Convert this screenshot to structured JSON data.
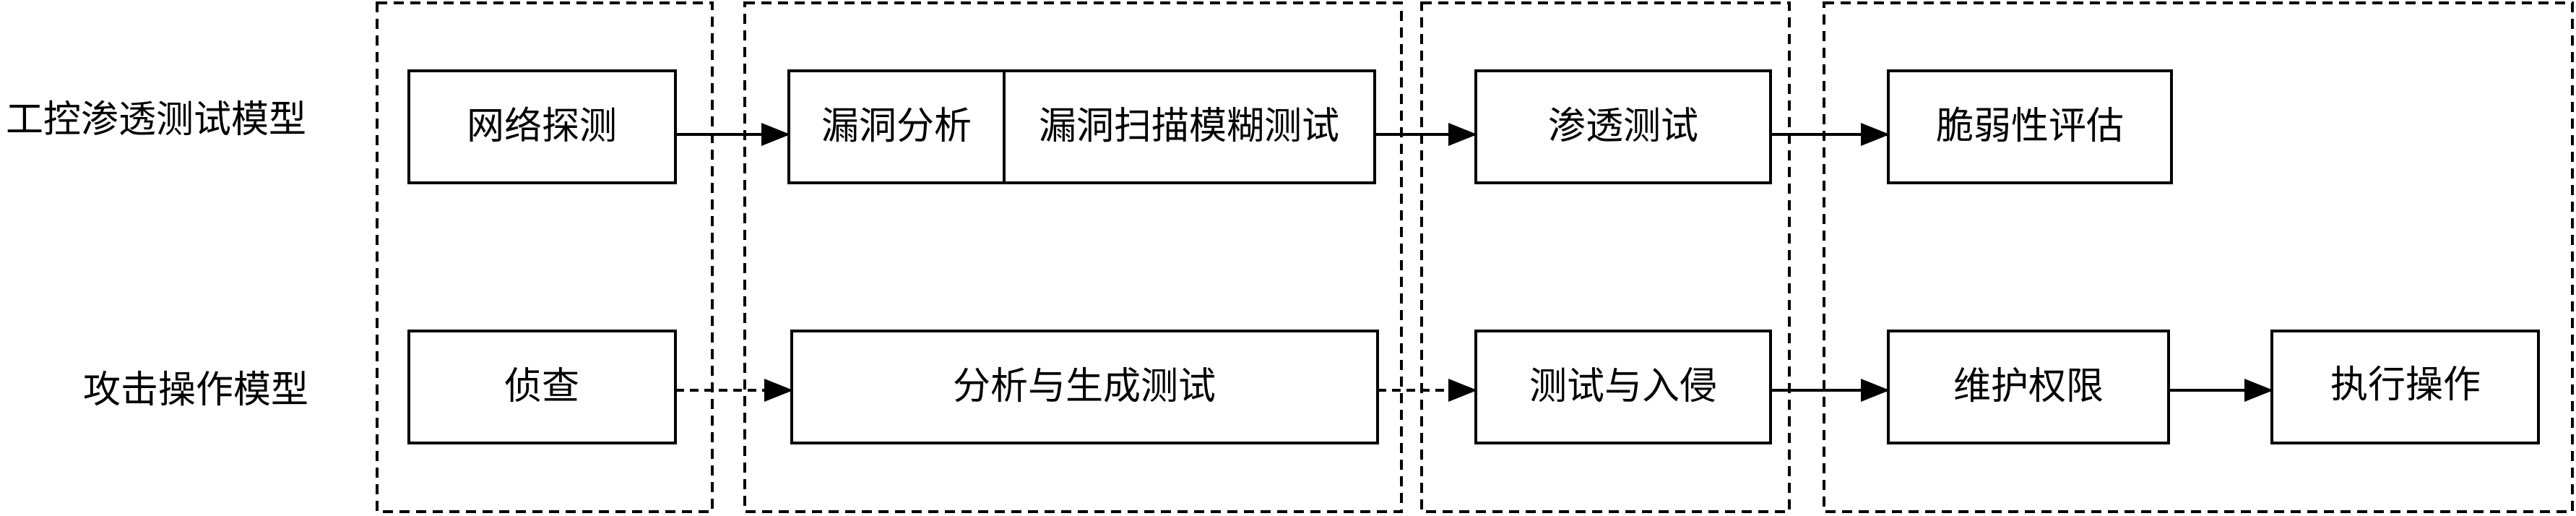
{
  "rows": [
    {
      "label": "工控渗透测试模型",
      "steps": [
        "网络探测",
        "漏洞分析",
        "漏洞扫描模糊测试",
        "渗透测试",
        "脆弱性评估"
      ]
    },
    {
      "label": "攻击操作模型",
      "steps": [
        "侦查",
        "分析与生成测试",
        "测试与入侵",
        "维护权限",
        "执行操作"
      ]
    }
  ]
}
